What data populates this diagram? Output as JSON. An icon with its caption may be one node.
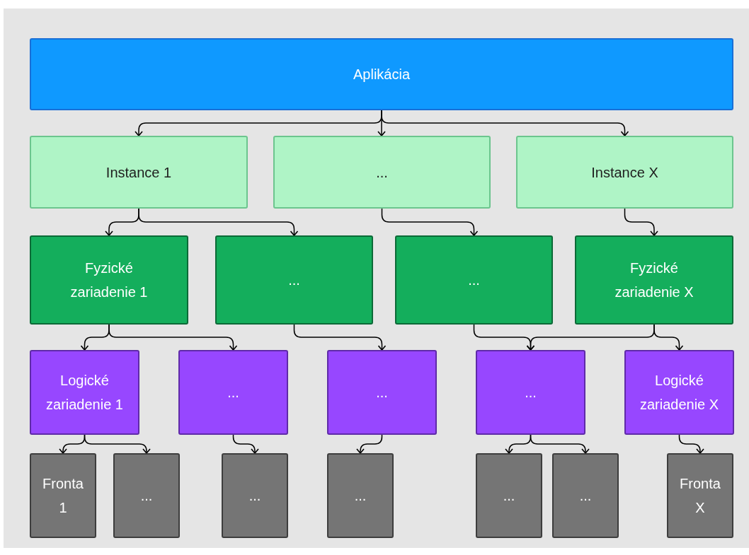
{
  "diagram": {
    "nodes": [
      {
        "text": [
          "Aplikácia"
        ]
      },
      {
        "text": [
          "Instance 1"
        ]
      },
      {
        "text": [
          "..."
        ]
      },
      {
        "text": [
          "Instance X"
        ]
      },
      {
        "text": [
          "Fyzické zariadenie 1"
        ]
      },
      {
        "text": [
          "..."
        ]
      },
      {
        "text": [
          "..."
        ]
      },
      {
        "text": [
          "Fyzické zariadenie X"
        ]
      },
      {
        "text": [
          "Logické zariadenie 1"
        ]
      },
      {
        "text": [
          "..."
        ]
      },
      {
        "text": [
          "..."
        ]
      },
      {
        "text": [
          "..."
        ]
      },
      {
        "text": [
          "Logické zariadenie X"
        ]
      },
      {
        "text": [
          "Fronta 1"
        ]
      },
      {
        "text": [
          "..."
        ]
      },
      {
        "text": [
          "..."
        ]
      },
      {
        "text": [
          "..."
        ]
      },
      {
        "text": [
          "..."
        ]
      },
      {
        "text": [
          "..."
        ]
      },
      {
        "text": [
          "Fronta X"
        ]
      }
    ],
    "edges": [
      {
        "from": 0,
        "to": 1,
        "arrow": "to"
      },
      {
        "from": 0,
        "to": 2,
        "arrow": "to"
      },
      {
        "from": 0,
        "to": 3,
        "arrow": "to"
      },
      {
        "from": 1,
        "to": 4,
        "arrow": "to"
      },
      {
        "from": 1,
        "to": 5,
        "arrow": "to"
      },
      {
        "from": 2,
        "to": 6,
        "arrow": "to"
      },
      {
        "from": 3,
        "to": 7,
        "arrow": "to"
      },
      {
        "from": 4,
        "to": 8,
        "arrow": "to"
      },
      {
        "from": 4,
        "to": 9,
        "arrow": "to"
      },
      {
        "from": 5,
        "to": 10,
        "arrow": "to"
      },
      {
        "from": 6,
        "to": 11,
        "arrow": "to"
      },
      {
        "from": 7,
        "to": 11,
        "arrow": "to"
      },
      {
        "from": 7,
        "to": 12,
        "arrow": "to"
      },
      {
        "from": 8,
        "to": 13,
        "arrow": "to"
      },
      {
        "from": 8,
        "to": 14,
        "arrow": "to"
      },
      {
        "from": 9,
        "to": 15,
        "arrow": "to"
      },
      {
        "from": 10,
        "to": 16,
        "arrow": "to"
      },
      {
        "from": 11,
        "to": 17,
        "arrow": "to"
      },
      {
        "from": 11,
        "to": 18,
        "arrow": "to"
      },
      {
        "from": 12,
        "to": 19,
        "arrow": "to"
      }
    ]
  }
}
